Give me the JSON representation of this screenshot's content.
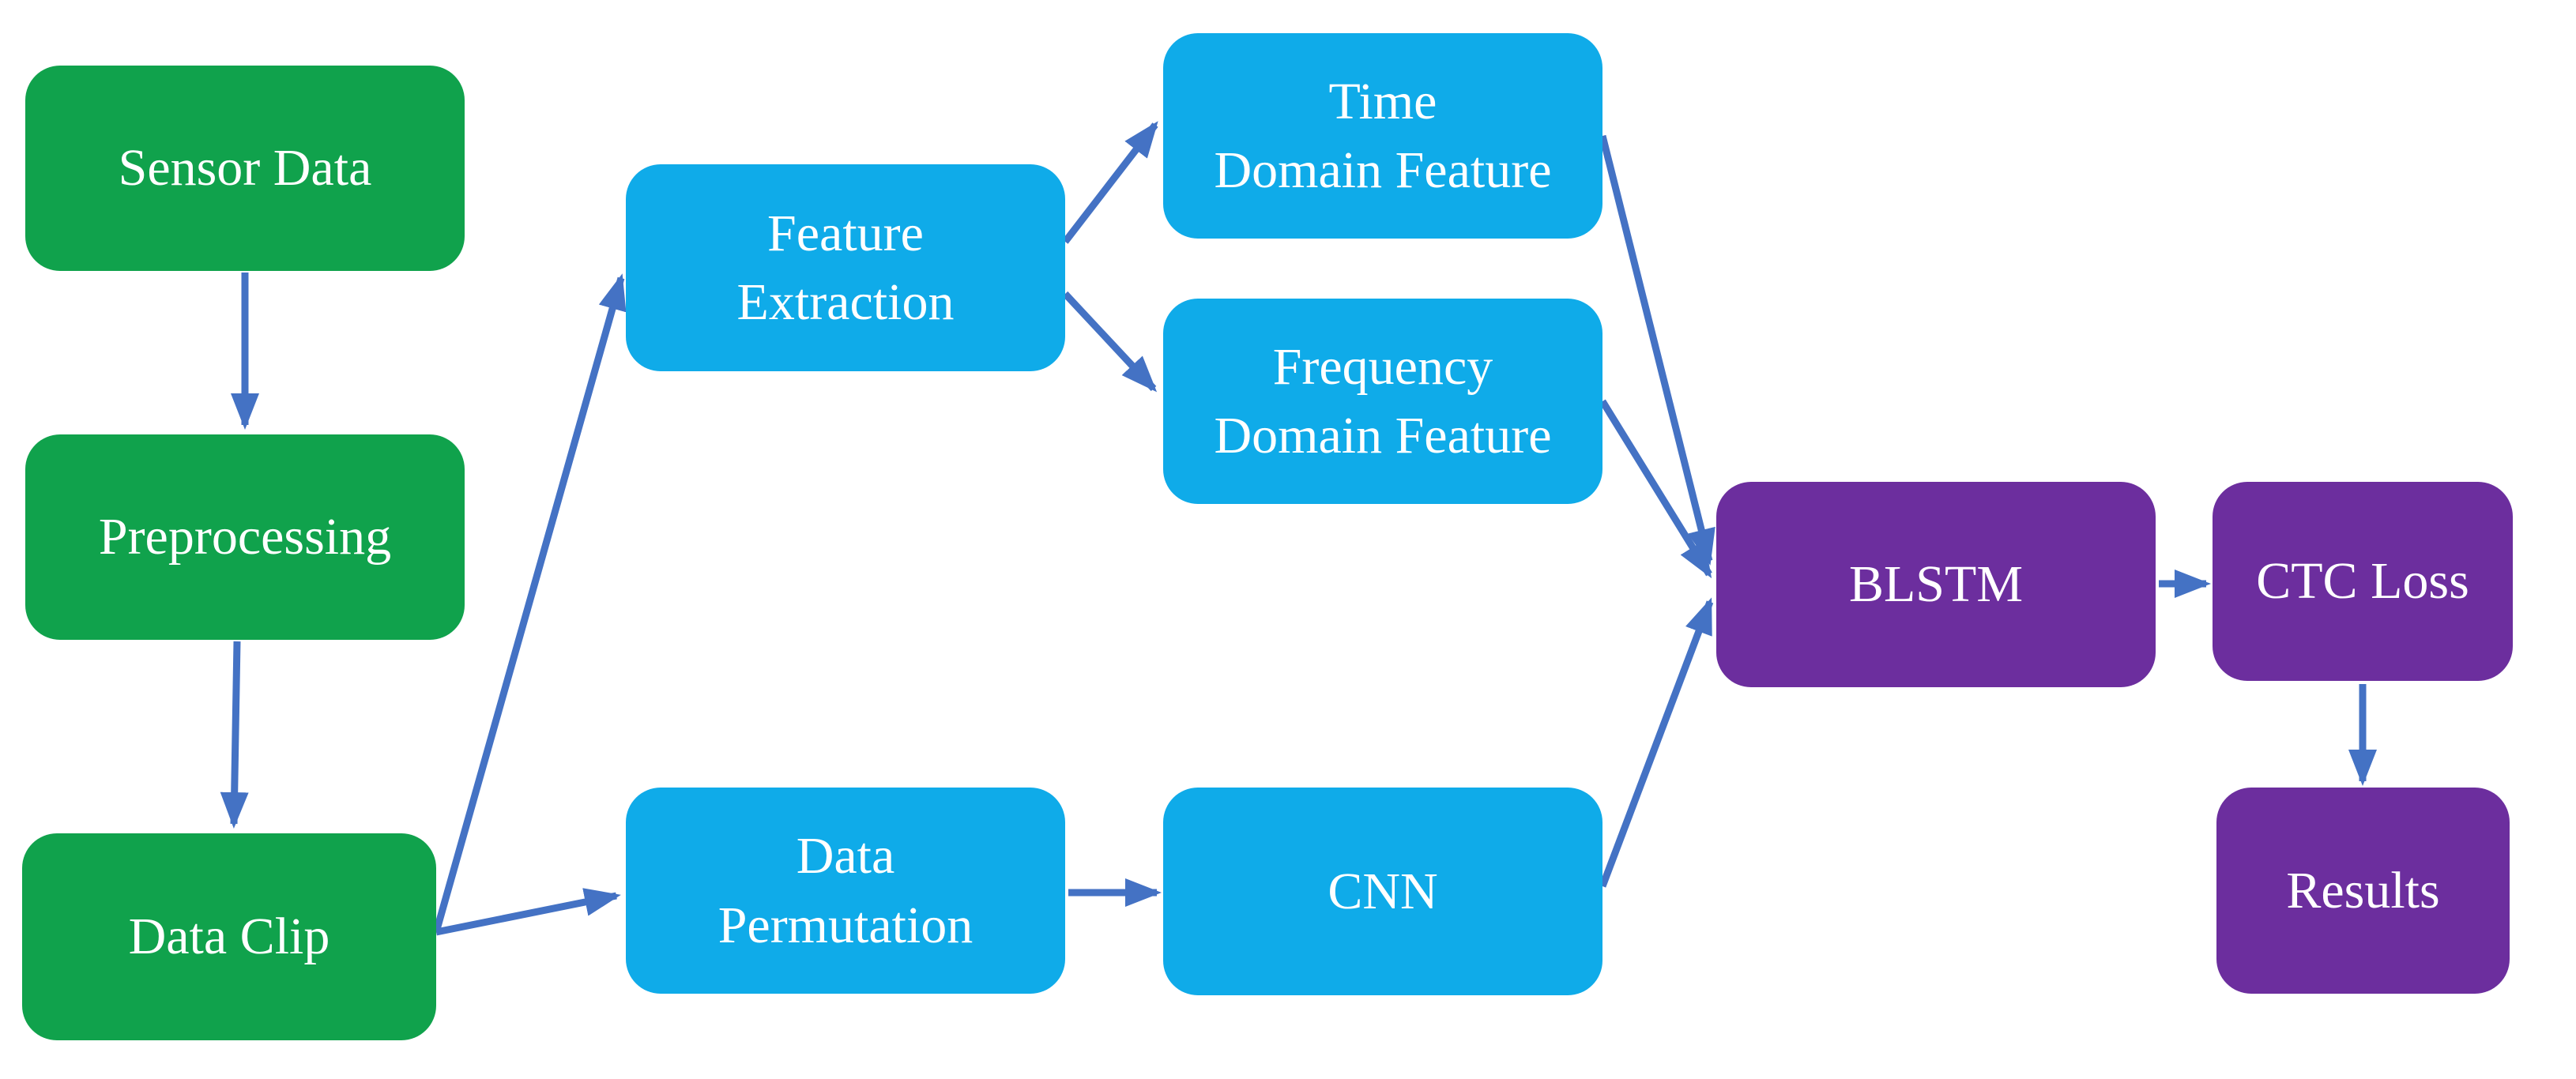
{
  "diagram": {
    "type": "flowchart",
    "colors": {
      "stage1_green": "#10A24C",
      "stage2_cyan": "#0FABE9",
      "stage3_purple": "#6C2E9E",
      "arrow_blue": "#4472C4",
      "label_text": "#FFFFFF",
      "background": "#FFFFFF"
    },
    "nodes": [
      {
        "id": "sensor-data",
        "label": "Sensor Data",
        "color_role": "green"
      },
      {
        "id": "preprocessing",
        "label": "Preprocessing",
        "color_role": "green"
      },
      {
        "id": "data-clip",
        "label": "Data Clip",
        "color_role": "green"
      },
      {
        "id": "feature-extraction",
        "label": "Feature\nExtraction",
        "color_role": "cyan"
      },
      {
        "id": "data-permutation",
        "label": "Data\nPermutation",
        "color_role": "cyan"
      },
      {
        "id": "time-domain-feature",
        "label": "Time\nDomain Feature",
        "color_role": "cyan"
      },
      {
        "id": "frequency-domain-feature",
        "label": "Frequency\nDomain Feature",
        "color_role": "cyan"
      },
      {
        "id": "cnn",
        "label": "CNN",
        "color_role": "cyan"
      },
      {
        "id": "blstm",
        "label": "BLSTM",
        "color_role": "purple"
      },
      {
        "id": "ctc-loss",
        "label": "CTC Loss",
        "color_role": "purple"
      },
      {
        "id": "results",
        "label": "Results",
        "color_role": "purple"
      }
    ],
    "edges": [
      {
        "from": "sensor-data",
        "to": "preprocessing"
      },
      {
        "from": "preprocessing",
        "to": "data-clip"
      },
      {
        "from": "data-clip",
        "to": "feature-extraction"
      },
      {
        "from": "data-clip",
        "to": "data-permutation"
      },
      {
        "from": "feature-extraction",
        "to": "time-domain-feature"
      },
      {
        "from": "feature-extraction",
        "to": "frequency-domain-feature"
      },
      {
        "from": "time-domain-feature",
        "to": "blstm"
      },
      {
        "from": "frequency-domain-feature",
        "to": "blstm"
      },
      {
        "from": "data-permutation",
        "to": "cnn"
      },
      {
        "from": "cnn",
        "to": "blstm"
      },
      {
        "from": "blstm",
        "to": "ctc-loss"
      },
      {
        "from": "ctc-loss",
        "to": "results"
      }
    ]
  }
}
